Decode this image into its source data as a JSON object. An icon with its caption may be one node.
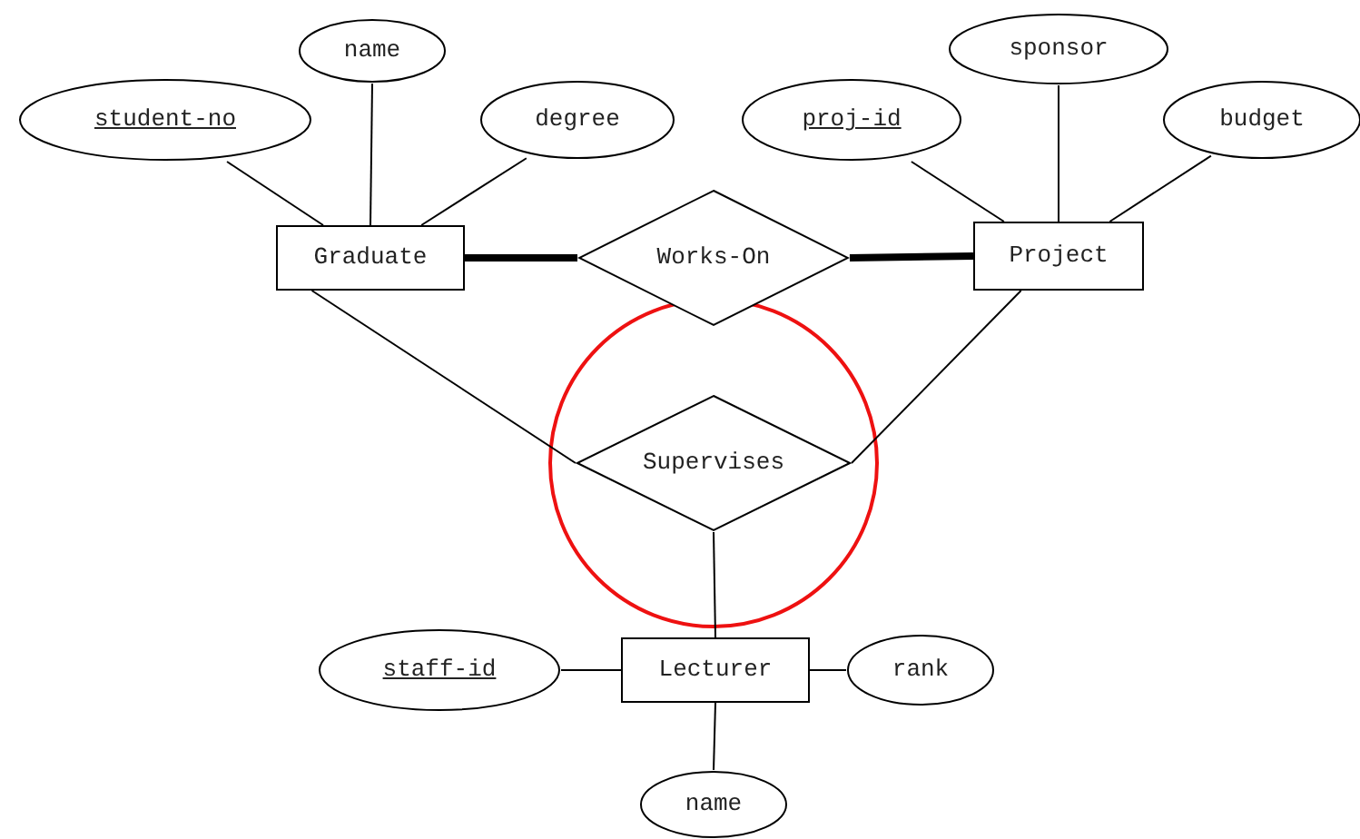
{
  "diagram": {
    "nodes": [
      {
        "text": [
          "student-no"
        ]
      },
      {
        "text": [
          "name"
        ]
      },
      {
        "text": [
          "degree"
        ]
      },
      {
        "text": [
          "Graduate"
        ]
      },
      {
        "text": [
          "Works-On"
        ]
      },
      {
        "text": [
          "proj-id"
        ]
      },
      {
        "text": [
          "sponsor"
        ]
      },
      {
        "text": [
          "budget"
        ]
      },
      {
        "text": [
          "Project"
        ]
      },
      {
        "text": [
          "Supervises"
        ]
      },
      {
        "text": [
          "staff-id"
        ]
      },
      {
        "text": [
          "Lecturer"
        ]
      },
      {
        "text": [
          "rank"
        ]
      },
      {
        "text": [
          "name"
        ]
      }
    ],
    "edges": [
      {
        "from": 0,
        "to": 3,
        "arrow": "none"
      },
      {
        "from": 1,
        "to": 3,
        "arrow": "none"
      },
      {
        "from": 2,
        "to": 3,
        "arrow": "none"
      },
      {
        "from": 3,
        "to": 4,
        "arrow": "none",
        "style": "thick"
      },
      {
        "from": 4,
        "to": 8,
        "arrow": "none",
        "style": "thick"
      },
      {
        "from": 5,
        "to": 8,
        "arrow": "none"
      },
      {
        "from": 6,
        "to": 8,
        "arrow": "none"
      },
      {
        "from": 7,
        "to": 8,
        "arrow": "none"
      },
      {
        "from": 3,
        "to": 9,
        "arrow": "none"
      },
      {
        "from": 8,
        "to": 9,
        "arrow": "none"
      },
      {
        "from": 9,
        "to": 11,
        "arrow": "none"
      },
      {
        "from": 10,
        "to": 11,
        "arrow": "none"
      },
      {
        "from": 11,
        "to": 12,
        "arrow": "none"
      },
      {
        "from": 11,
        "to": 13,
        "arrow": "none"
      }
    ]
  }
}
